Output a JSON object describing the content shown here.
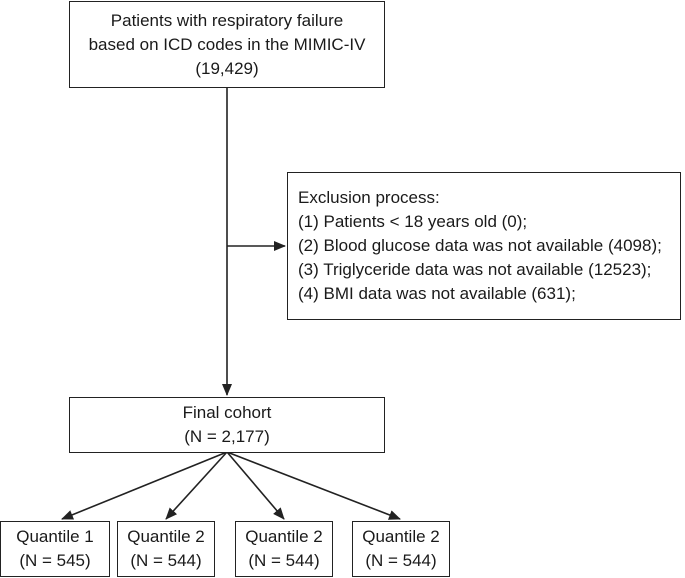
{
  "flow": {
    "source": {
      "lines": [
        "Patients with respiratory failure",
        "based on ICD codes in the MIMIC-IV",
        "(19,429)"
      ]
    },
    "exclusion": {
      "lines": [
        "Exclusion process:",
        "(1) Patients < 18 years old (0);",
        "(2) Blood glucose data was not available (4098);",
        "(3) Triglyceride data was not available (12523);",
        "(4) BMI data was not available (631);"
      ]
    },
    "final": {
      "lines": [
        "Final cohort",
        "(N = 2,177)"
      ]
    },
    "quantiles": [
      {
        "label": "Quantile 1",
        "n": "(N = 545)"
      },
      {
        "label": "Quantile 2",
        "n": "(N = 544)"
      },
      {
        "label": "Quantile 2",
        "n": "(N = 544)"
      },
      {
        "label": "Quantile 2",
        "n": "(N = 544)"
      }
    ]
  },
  "colors": {
    "stroke": "#222222",
    "text": "#1a1a1a"
  }
}
